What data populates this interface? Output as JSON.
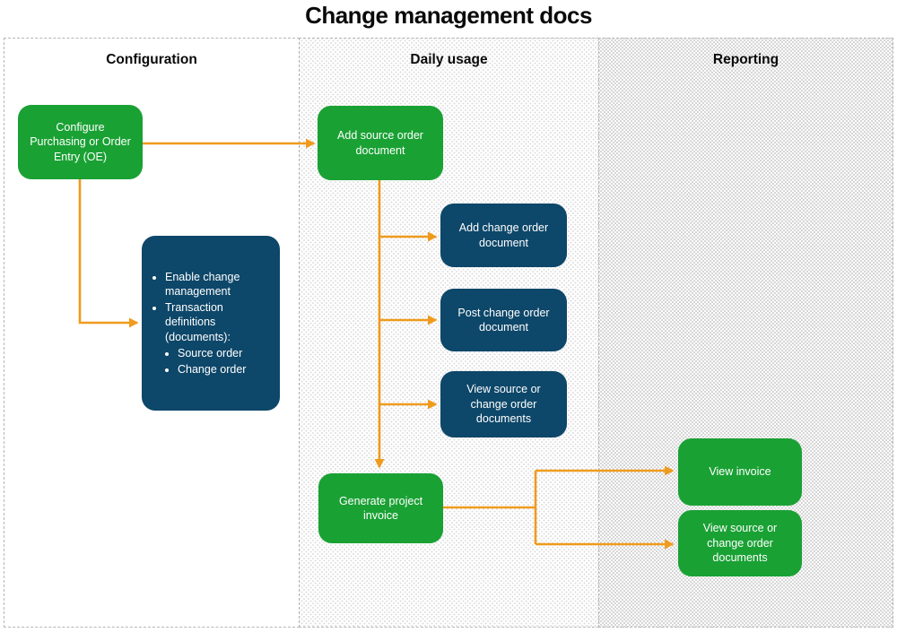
{
  "title": "Change management docs",
  "colors": {
    "node_green": "#1aa134",
    "node_blue": "#0d4769",
    "arrow_orange": "#ef9b1d"
  },
  "columns": [
    {
      "label": "Configuration"
    },
    {
      "label": "Daily usage"
    },
    {
      "label": "Reporting"
    }
  ],
  "nodes": {
    "configure_oe": "Configure Purchasing or Order Entry (OE)",
    "config_details": [
      {
        "text": "Enable change management"
      },
      {
        "text": "Transaction definitions (documents):",
        "sub": [
          "Source order",
          "Change order"
        ]
      }
    ],
    "add_source_order": "Add source order document",
    "add_change_order": "Add change order document",
    "post_change_order": "Post change order document",
    "view_source_change_daily": "View source or change order documents",
    "generate_invoice": "Generate project invoice",
    "view_invoice": "View invoice",
    "view_source_change_reporting": "View source or change order documents"
  }
}
